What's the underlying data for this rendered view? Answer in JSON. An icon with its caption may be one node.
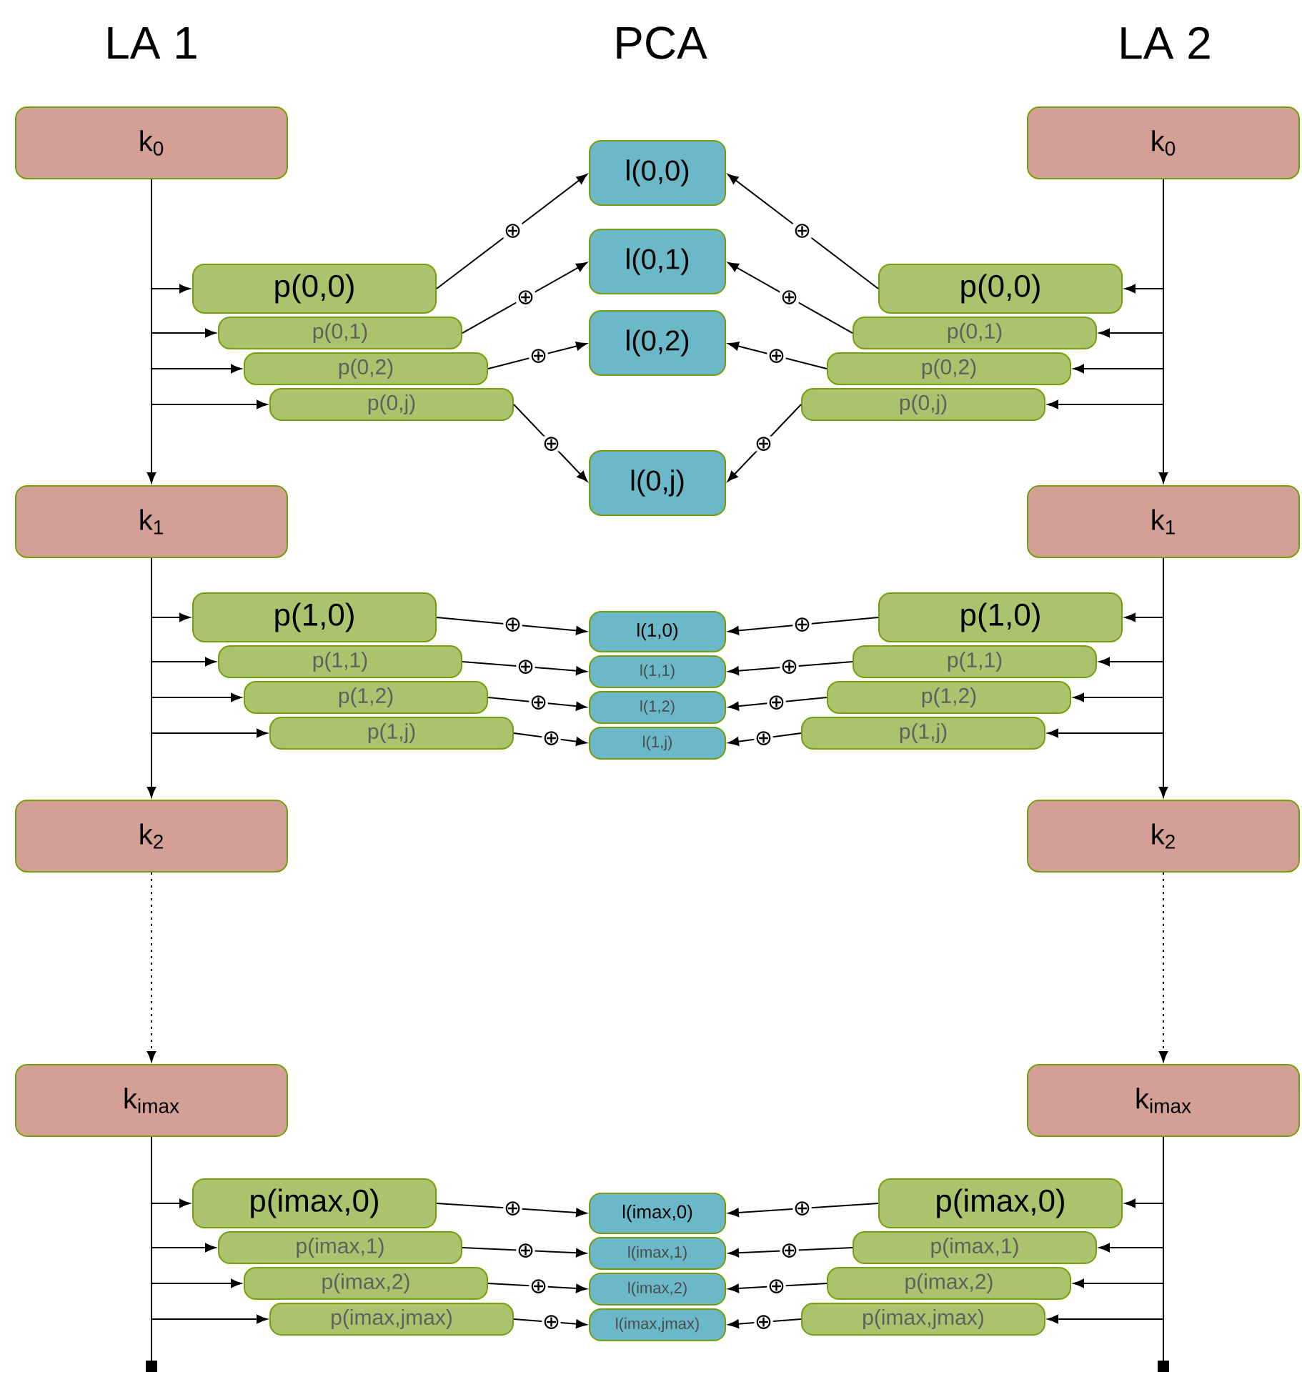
{
  "diagram": {
    "nodes": [
      {
        "text": [
          "k$_{0}$"
        ]
      },
      {
        "text": [
          "k$_{0}$"
        ]
      },
      {
        "text": [
          "p(0,0)"
        ]
      },
      {
        "text": [
          "p(0,1)"
        ]
      },
      {
        "text": [
          "p(0,2)"
        ]
      },
      {
        "text": [
          "p(0,j)"
        ]
      },
      {
        "text": [
          "l(0,0)"
        ]
      },
      {
        "text": [
          "l(0,1)"
        ]
      },
      {
        "text": [
          "l(0,2)"
        ]
      },
      {
        "text": [
          "l(0,j)"
        ]
      },
      {
        "text": [
          "p(0,0)"
        ]
      },
      {
        "text": [
          "p(0,1)"
        ]
      },
      {
        "text": [
          "p(0,2)"
        ]
      },
      {
        "text": [
          "p(0,j)"
        ]
      },
      {
        "text": [
          "k$_{1}$"
        ]
      },
      {
        "text": [
          "k$_{1}$"
        ]
      },
      {
        "text": [
          "p(1,0)"
        ]
      },
      {
        "text": [
          "p(1,1)"
        ]
      },
      {
        "text": [
          "p(1,2)"
        ]
      },
      {
        "text": [
          "p(1,j)"
        ]
      },
      {
        "text": [
          "l(1,0)"
        ]
      },
      {
        "text": [
          "l(1,1)"
        ]
      },
      {
        "text": [
          "l(1,2)"
        ]
      },
      {
        "text": [
          "l(1,j)"
        ]
      },
      {
        "text": [
          "p(1,0)"
        ]
      },
      {
        "text": [
          "p(1,1)"
        ]
      },
      {
        "text": [
          "p(1,2)"
        ]
      },
      {
        "text": [
          "p(1,j)"
        ]
      },
      {
        "text": [
          "k$_{2}$"
        ]
      },
      {
        "text": [
          "k$_{2}$"
        ]
      },
      {
        "text": [
          "k$_{imax}$"
        ]
      },
      {
        "text": [
          "k$_{imax}$"
        ]
      },
      {
        "text": [
          "p(imax,0)"
        ]
      },
      {
        "text": [
          "p(imax,1)"
        ]
      },
      {
        "text": [
          "p(imax,2)"
        ]
      },
      {
        "text": [
          "p(imax,jmax)"
        ]
      },
      {
        "text": [
          "l(imax,0)"
        ]
      },
      {
        "text": [
          "l(imax,1)"
        ]
      },
      {
        "text": [
          "l(imax,2)"
        ]
      },
      {
        "text": [
          "l(imax,jmax)"
        ]
      },
      {
        "text": [
          "p(imax,0)"
        ]
      },
      {
        "text": [
          "p(imax,1)"
        ]
      },
      {
        "text": [
          "p(imax,2)"
        ]
      },
      {
        "text": [
          "p(imax,jmax)"
        ]
      }
    ],
    "edges": [
      {
        "from": 0,
        "to": 14,
        "arrow": "to"
      },
      {
        "from": 14,
        "to": 28,
        "arrow": "to"
      },
      {
        "from": 28,
        "to": 30,
        "arrow": "to",
        "style": "dashed"
      },
      {
        "from": 30,
        "to": null,
        "arrow": "other"
      },
      {
        "from": 1,
        "to": 15,
        "arrow": "to"
      },
      {
        "from": 15,
        "to": 29,
        "arrow": "to"
      },
      {
        "from": 29,
        "to": 31,
        "arrow": "to",
        "style": "dashed"
      },
      {
        "from": 31,
        "to": null,
        "arrow": "other"
      },
      {
        "from": 0,
        "to": 2,
        "arrow": "to"
      },
      {
        "from": 0,
        "to": 3,
        "arrow": "to"
      },
      {
        "from": 0,
        "to": 4,
        "arrow": "to"
      },
      {
        "from": 0,
        "to": 5,
        "arrow": "to"
      },
      {
        "from": 1,
        "to": 10,
        "arrow": "to"
      },
      {
        "from": 1,
        "to": 11,
        "arrow": "to"
      },
      {
        "from": 1,
        "to": 12,
        "arrow": "to"
      },
      {
        "from": 1,
        "to": 13,
        "arrow": "to"
      },
      {
        "from": 14,
        "to": 16,
        "arrow": "to"
      },
      {
        "from": 14,
        "to": 17,
        "arrow": "to"
      },
      {
        "from": 14,
        "to": 18,
        "arrow": "to"
      },
      {
        "from": 14,
        "to": 19,
        "arrow": "to"
      },
      {
        "from": 15,
        "to": 24,
        "arrow": "to"
      },
      {
        "from": 15,
        "to": 25,
        "arrow": "to"
      },
      {
        "from": 15,
        "to": 26,
        "arrow": "to"
      },
      {
        "from": 15,
        "to": 27,
        "arrow": "to"
      },
      {
        "from": 30,
        "to": 32,
        "arrow": "to"
      },
      {
        "from": 30,
        "to": 33,
        "arrow": "to"
      },
      {
        "from": 30,
        "to": 34,
        "arrow": "to"
      },
      {
        "from": 30,
        "to": 35,
        "arrow": "to"
      },
      {
        "from": 31,
        "to": 40,
        "arrow": "to"
      },
      {
        "from": 31,
        "to": 41,
        "arrow": "to"
      },
      {
        "from": 31,
        "to": 42,
        "arrow": "to"
      },
      {
        "from": 31,
        "to": 43,
        "arrow": "to"
      },
      {
        "from": 2,
        "to": 6,
        "arrow": "to",
        "label": "⊕"
      },
      {
        "from": 3,
        "to": 7,
        "arrow": "to",
        "label": "⊕"
      },
      {
        "from": 4,
        "to": 8,
        "arrow": "to",
        "label": "⊕"
      },
      {
        "from": 5,
        "to": 9,
        "arrow": "to",
        "label": "⊕"
      },
      {
        "from": 10,
        "to": 6,
        "arrow": "to",
        "label": "⊕"
      },
      {
        "from": 11,
        "to": 7,
        "arrow": "to",
        "label": "⊕"
      },
      {
        "from": 12,
        "to": 8,
        "arrow": "to",
        "label": "⊕"
      },
      {
        "from": 13,
        "to": 9,
        "arrow": "to",
        "label": "⊕"
      },
      {
        "from": 16,
        "to": 20,
        "arrow": "to",
        "label": "⊕"
      },
      {
        "from": 17,
        "to": 21,
        "arrow": "to",
        "label": "⊕"
      },
      {
        "from": 18,
        "to": 22,
        "arrow": "to",
        "label": "⊕"
      },
      {
        "from": 19,
        "to": 23,
        "arrow": "to",
        "label": "⊕"
      },
      {
        "from": 24,
        "to": 20,
        "arrow": "to",
        "label": "⊕"
      },
      {
        "from": 25,
        "to": 21,
        "arrow": "to",
        "label": "⊕"
      },
      {
        "from": 26,
        "to": 22,
        "arrow": "to",
        "label": "⊕"
      },
      {
        "from": 27,
        "to": 23,
        "arrow": "to",
        "label": "⊕"
      },
      {
        "from": 32,
        "to": 36,
        "arrow": "to",
        "label": "⊕"
      },
      {
        "from": 33,
        "to": 37,
        "arrow": "to",
        "label": "⊕"
      },
      {
        "from": 34,
        "to": 38,
        "arrow": "to",
        "label": "⊕"
      },
      {
        "from": 35,
        "to": 39,
        "arrow": "to",
        "label": "⊕"
      },
      {
        "from": 40,
        "to": 36,
        "arrow": "to",
        "label": "⊕"
      },
      {
        "from": 41,
        "to": 37,
        "arrow": "to",
        "label": "⊕"
      },
      {
        "from": 42,
        "to": 38,
        "arrow": "to",
        "label": "⊕"
      },
      {
        "from": 43,
        "to": 39,
        "arrow": "to",
        "label": "⊕"
      }
    ],
    "labels": [
      "LA 1",
      "PCA",
      "LA 2"
    ]
  }
}
